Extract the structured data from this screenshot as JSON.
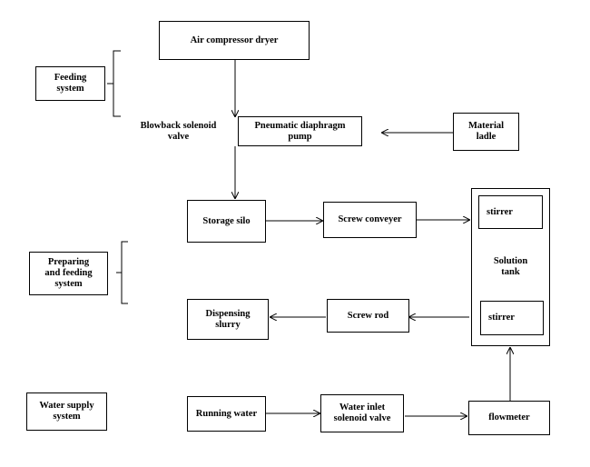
{
  "nodes": {
    "air_compressor_dryer": "Air compressor dryer",
    "feeding_system": "Feeding\nsystem",
    "blowback_solenoid_valve": "Blowback solenoid\nvalve",
    "pneumatic_diaphragm_pump": "Pneumatic diaphragm\npump",
    "material_ladle": "Material\nladle",
    "storage_silo": "Storage silo",
    "screw_conveyer": "Screw conveyer",
    "stirrer_top": "stirrer",
    "solution_tank": "Solution\ntank",
    "stirrer_bottom": "stirrer",
    "preparing_feeding_system": "Preparing\nand feeding\nsystem",
    "dispensing_slurry": "Dispensing\nslurry",
    "screw_rod": "Screw rod",
    "water_supply_system": "Water supply\nsystem",
    "running_water": "Running water",
    "water_inlet_solenoid_valve": "Water inlet\nsolenoid valve",
    "flowmeter": "flowmeter"
  },
  "edges": [
    {
      "from": "air_compressor_dryer",
      "to": "pneumatic_diaphragm_pump"
    },
    {
      "from": "material_ladle",
      "to": "pneumatic_diaphragm_pump"
    },
    {
      "from": "pneumatic_diaphragm_pump",
      "to": "storage_silo"
    },
    {
      "from": "storage_silo",
      "to": "screw_conveyer"
    },
    {
      "from": "screw_conveyer",
      "to": "solution_tank"
    },
    {
      "from": "solution_tank",
      "to": "screw_rod"
    },
    {
      "from": "screw_rod",
      "to": "dispensing_slurry"
    },
    {
      "from": "running_water",
      "to": "water_inlet_solenoid_valve"
    },
    {
      "from": "water_inlet_solenoid_valve",
      "to": "flowmeter"
    },
    {
      "from": "flowmeter",
      "to": "solution_tank"
    }
  ]
}
